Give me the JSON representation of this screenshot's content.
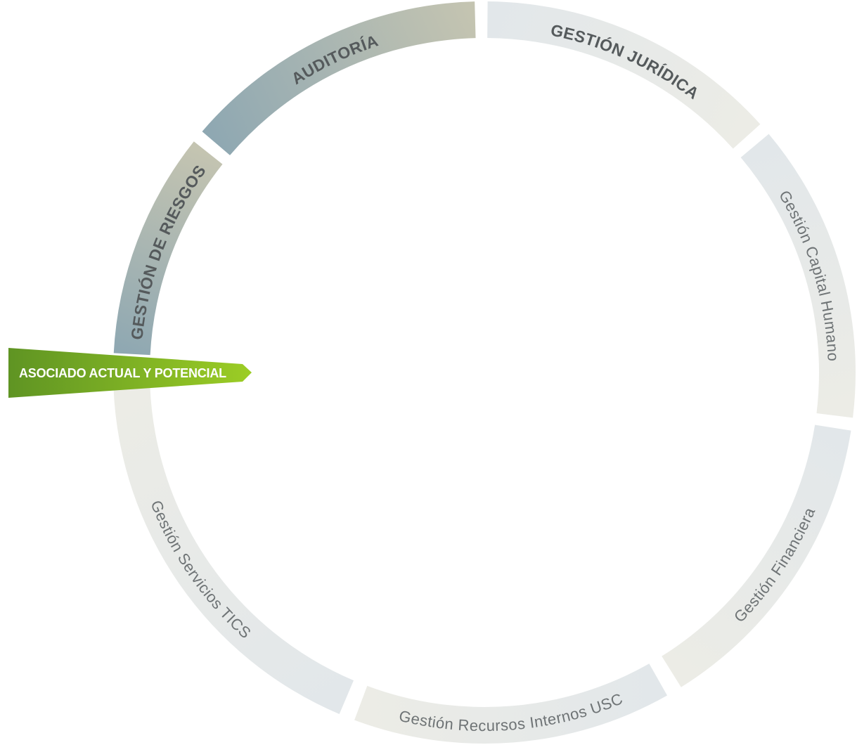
{
  "diagram": {
    "segments": [
      {
        "id": "auditoria",
        "label": "AUDITORÍA",
        "style": "bold",
        "gradient": [
          "#8fa8b2",
          "#c4c4b1"
        ]
      },
      {
        "id": "gestion-juridica",
        "label": "GESTIÓN JURÍDICA",
        "style": "bold",
        "gradient": [
          "#e2e7ea",
          "#ecece6"
        ]
      },
      {
        "id": "gestion-capital-humano",
        "label": "Gestión Capital Humano",
        "style": "light",
        "gradient": [
          "#e2e7ea",
          "#ecece6"
        ]
      },
      {
        "id": "gestion-financiera",
        "label": "Gestión Financiera",
        "style": "light",
        "gradient": [
          "#e2e7ea",
          "#ecece6"
        ]
      },
      {
        "id": "gestion-recursos-internos",
        "label": "Gestión Recursos Internos USC",
        "style": "light",
        "gradient": [
          "#e2e7ea",
          "#ecece6"
        ]
      },
      {
        "id": "gestion-servicios-tics",
        "label": "Gestión Servicios TICS",
        "style": "light",
        "gradient": [
          "#e2e7ea",
          "#ecece6"
        ]
      },
      {
        "id": "gestion-de-riesgos",
        "label": "GESTIÓN DE RIESGOS",
        "style": "bold",
        "gradient": [
          "#8fa8b2",
          "#c4c4b1"
        ]
      }
    ],
    "center_tag": {
      "label": "ASOCIADO ACTUAL Y POTENCIAL",
      "gradient": [
        "#5f9423",
        "#9ccd25"
      ]
    }
  }
}
